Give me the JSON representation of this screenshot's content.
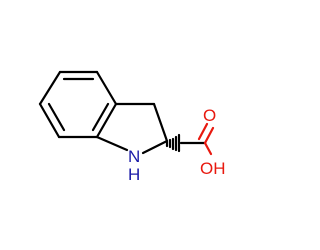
{
  "structure": {
    "labels": {
      "oxygen_carbonyl": "O",
      "hydroxyl": "OH",
      "nitrogen": "N",
      "nitrogen_h": "H"
    },
    "colors": {
      "bond": "#000000",
      "oxygen": "#e8190f",
      "nitrogen": "#1a1aa8"
    }
  }
}
